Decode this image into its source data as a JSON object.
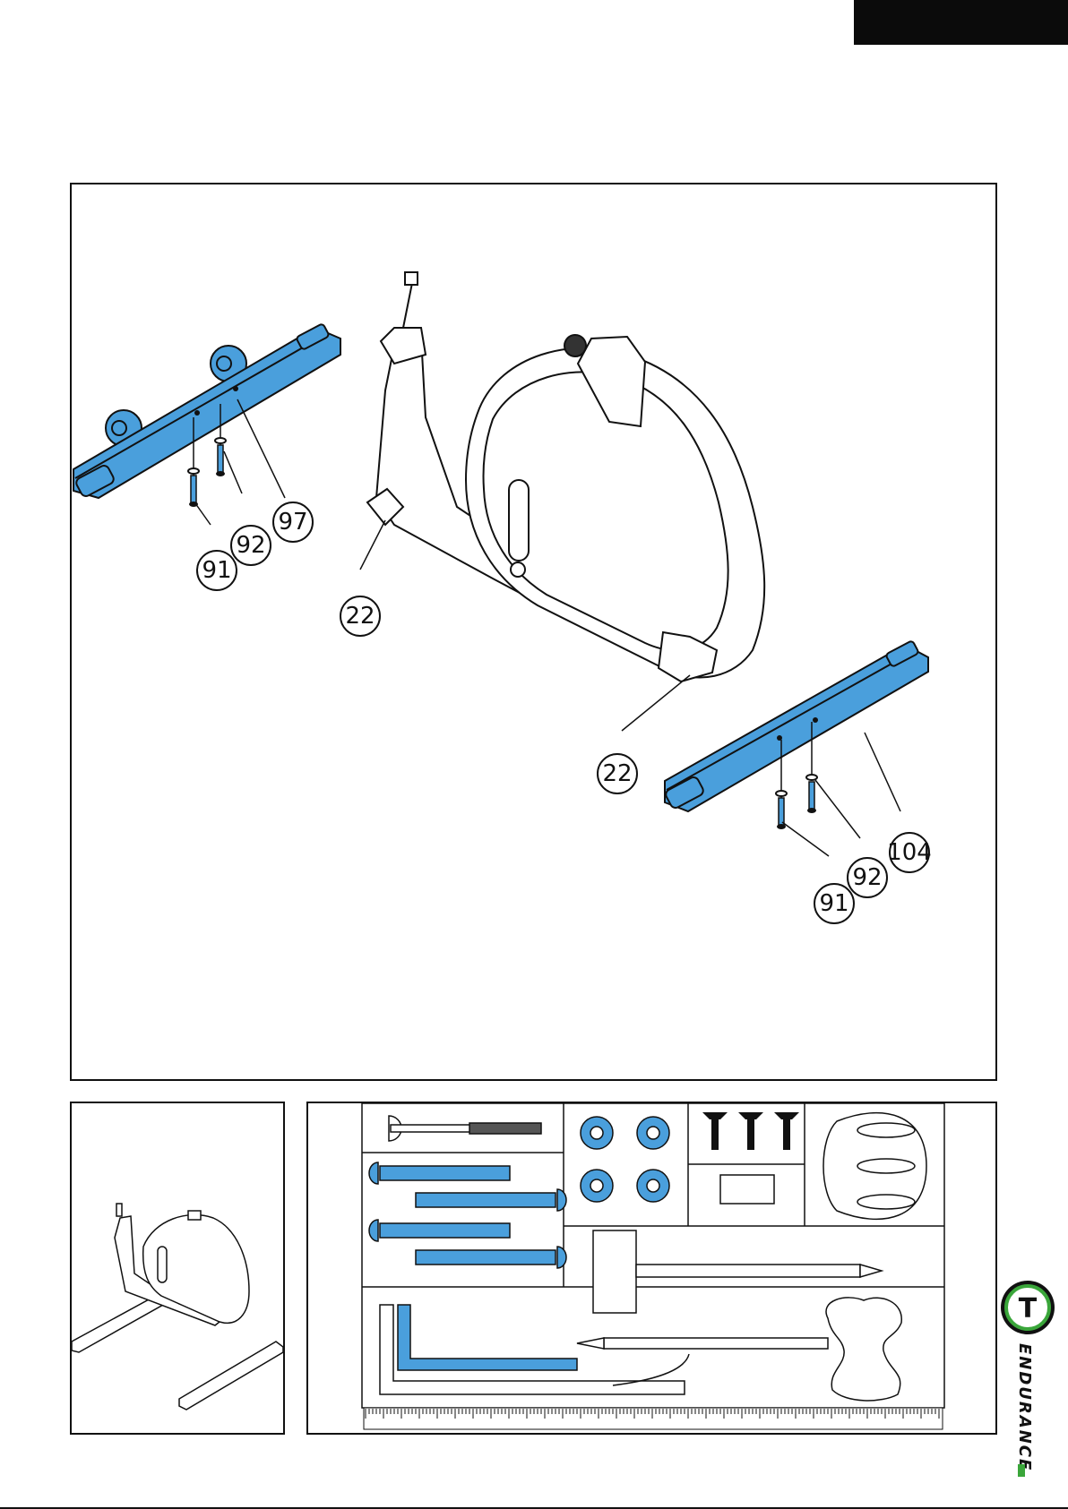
{
  "callouts": {
    "c97": "97",
    "c92a": "92",
    "c91a": "91",
    "c22a": "22",
    "c22b": "22",
    "c104": "104",
    "c92b": "92",
    "c91b": "91"
  },
  "brand": {
    "letter": "T",
    "name": "ENDURANCE",
    "accent_color": "#3aa63a"
  },
  "colors": {
    "part_highlight": "#4a9fdc",
    "line": "#111111"
  },
  "icons": {
    "wrench": "allen-key-icon",
    "screwdriver": "screwdriver-icon",
    "spanner": "spanner-icon"
  }
}
